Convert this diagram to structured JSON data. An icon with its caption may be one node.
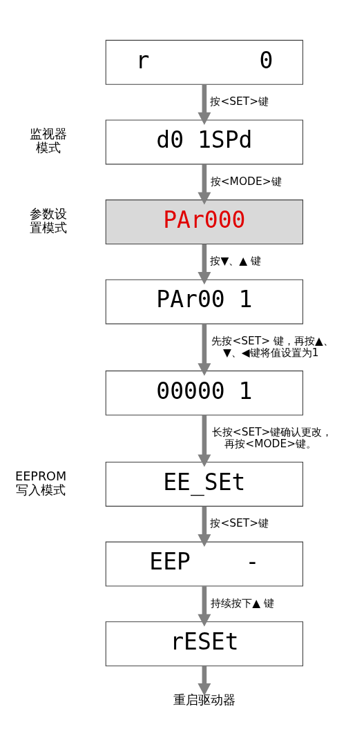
{
  "diagram": {
    "nodes": [
      {
        "text": [
          "r        0"
        ]
      },
      {
        "text": [
          "d0 1SPd"
        ],
        "beside": [
          "监视器模式"
        ]
      },
      {
        "text": [
          "PAr000"
        ],
        "beside": [
          "参数设置模式"
        ]
      },
      {
        "text": [
          "PAr00 1"
        ]
      },
      {
        "text": [
          "00000 1"
        ]
      },
      {
        "text": [
          "EE_SEt"
        ],
        "beside": [
          "EEPROM 写入模式"
        ]
      },
      {
        "text": [
          "EEP    -"
        ]
      },
      {
        "text": [
          "rESEt"
        ]
      },
      {
        "text": [
          "重启驱动器"
        ]
      }
    ],
    "edges": [
      {
        "from": 0,
        "to": 1,
        "arrow": "to",
        "label": "按<SET>键"
      },
      {
        "from": 1,
        "to": 2,
        "arrow": "to",
        "label": "按<MODE>键"
      },
      {
        "from": 2,
        "to": 3,
        "arrow": "to",
        "label": "按▼、▲ 键"
      },
      {
        "from": 3,
        "to": 4,
        "arrow": "to",
        "label": "先按<SET> 键，再按▲、▼、◀键将值设置为1"
      },
      {
        "from": 4,
        "to": 5,
        "arrow": "to",
        "label": "长按<SET>键确认更改，再按<MODE>键。"
      },
      {
        "from": 5,
        "to": 6,
        "arrow": "to",
        "label": "按<SET>键"
      },
      {
        "from": 6,
        "to": 7,
        "arrow": "to",
        "label": "持续按下▲ 键"
      },
      {
        "from": 7,
        "to": 8,
        "arrow": "to"
      }
    ]
  }
}
